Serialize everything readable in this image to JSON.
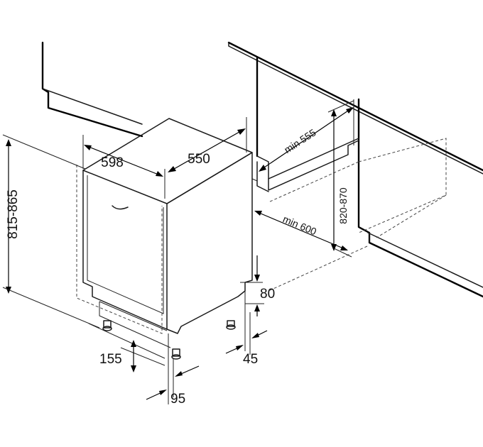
{
  "dimensions": {
    "width": "598",
    "depth": "550",
    "height_range": "815-865",
    "niche_depth": "min 555",
    "niche_height": "820-870",
    "niche_width": "min 600",
    "plinth_height": "80",
    "plinth_setback": "45",
    "foot_height": "155",
    "foot_setback": "95"
  },
  "colors": {
    "line": "#1a1a1a",
    "background": "#ffffff"
  }
}
